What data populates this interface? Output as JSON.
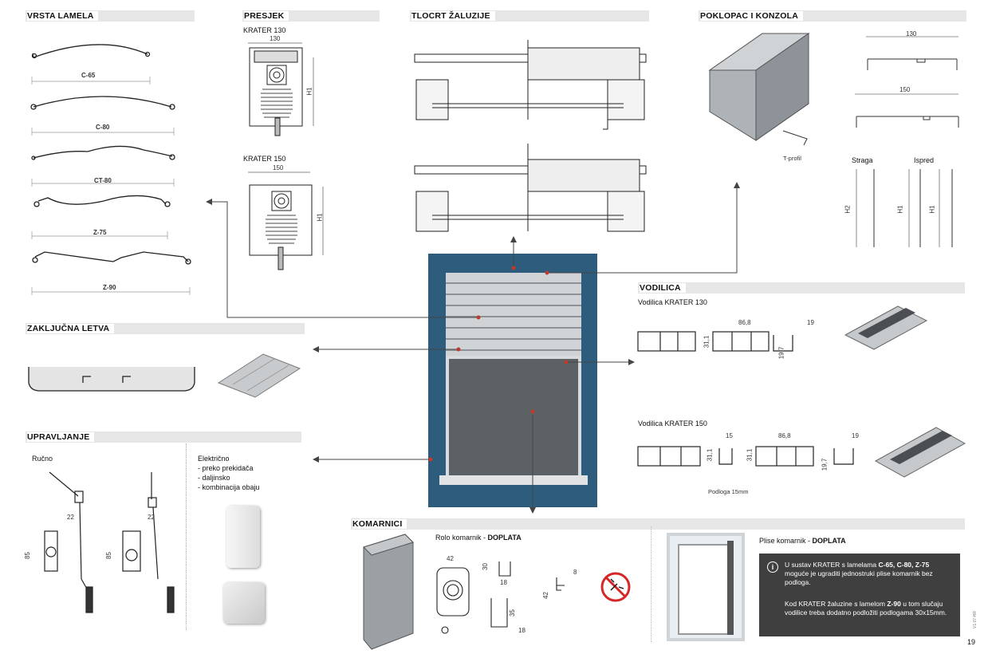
{
  "sections": {
    "vrsta_lamela": "VRSTA LAMELA",
    "presjek": "PRESJEK",
    "tlocrt": "TLOCRT ŽALUZIJE",
    "poklopac": "POKLOPAC I KONZOLA",
    "zakljucna": "ZAKLJUČNA LETVA",
    "vodilica": "VODILICA",
    "upravljanje": "UPRAVLJANJE",
    "komarnici": "KOMARNICI"
  },
  "lamele": [
    "C-65",
    "C-80",
    "CT-80",
    "Z-75",
    "Z-90"
  ],
  "presjek": {
    "k130": "KRATER 130",
    "k130_width": "130",
    "k150": "KRATER 150",
    "k150_width": "150",
    "h1": "H1"
  },
  "poklopac": {
    "dim_130": "130",
    "dim_150": "150",
    "t_profil": "T-profil",
    "straga": "Straga",
    "ispred": "Ispred",
    "h2": "H2",
    "h1a": "H1",
    "h1b": "H1"
  },
  "vodilica": {
    "k130": "Vodilica KRATER 130",
    "k150": "Vodilica KRATER 150",
    "d868": "86,8",
    "d311": "31,1",
    "d19": "19",
    "d197": "19,7",
    "d15": "15",
    "podloga": "Podloga 15mm"
  },
  "upravljanje": {
    "rucno": "Ručno",
    "elektricno": "Električno",
    "opt1": "- preko prekidača",
    "opt2": "- daljinsko",
    "opt3": "- kombinacija obaju",
    "d22": "22",
    "d85": "85"
  },
  "komarnici": {
    "rolo_prefix": "Rolo komarnik - ",
    "rolo_bold": "DOPLATA",
    "plise_prefix": "Plise komarnik - ",
    "plise_bold": "DOPLATA",
    "d42": "42",
    "d30": "30",
    "d18": "18",
    "d35": "35",
    "d8": "8"
  },
  "info": {
    "icon": "info-icon",
    "p1a": "U sustav KRATER s lamelama ",
    "p1b": "C-65, C-80, Z-75",
    "p1c": " moguće je ugraditi jednostruki plise komarnik bez podloga.",
    "p2a": "Kod KRATER žaluzine s lamelom ",
    "p2b": "Z-90",
    "p2c": " u tom slučaju vodilice treba dodatno podložiti podlogama 30x15mm."
  },
  "page_number": "19",
  "side_code": "V1.07-HR"
}
